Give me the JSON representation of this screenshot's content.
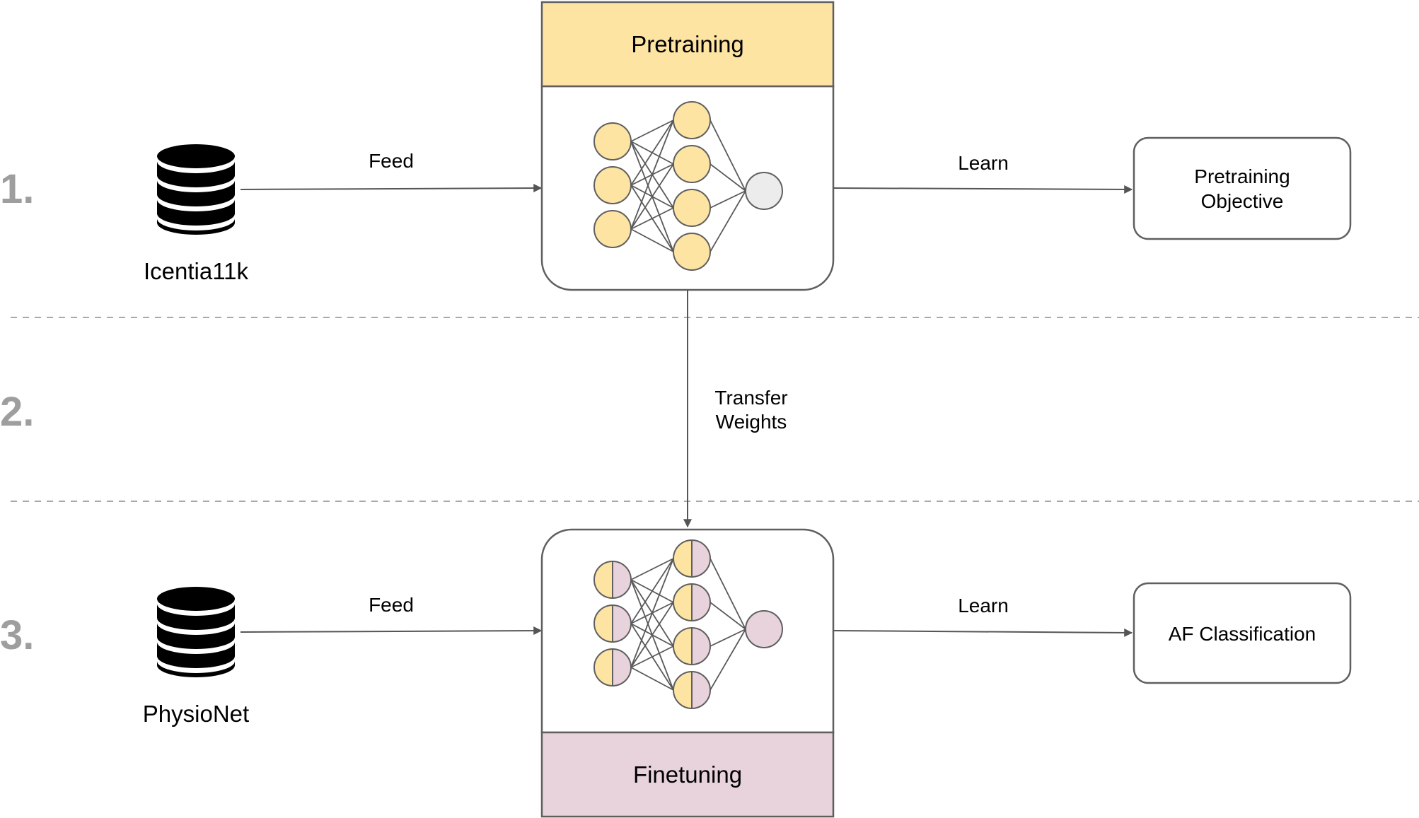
{
  "steps": [
    "1.",
    "2.",
    "3."
  ],
  "stage1": {
    "dataset_label": "Icentia11k",
    "feed_label": "Feed",
    "learn_label": "Learn",
    "model_header": "Pretraining",
    "objective_line1": "Pretraining",
    "objective_line2": "Objective"
  },
  "stage2": {
    "transfer_line1": "Transfer",
    "transfer_line2": "Weights"
  },
  "stage3": {
    "dataset_label": "PhysioNet",
    "feed_label": "Feed",
    "learn_label": "Learn",
    "model_header": "Finetuning",
    "objective_label": "AF Classification"
  },
  "colors": {
    "pretraining": "#fde4a3",
    "finetuning": "#e8d3dc",
    "output_node_pretrain": "#ececec",
    "step_number": "#9e9e9e",
    "database": "#000000"
  },
  "icons": {
    "dataset": "database-icon",
    "model": "neural-network-icon"
  }
}
